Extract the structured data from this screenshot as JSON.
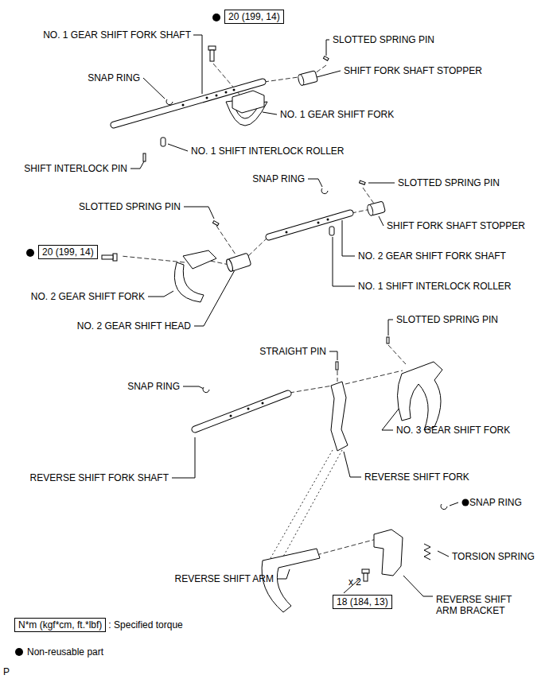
{
  "diagram": {
    "nodes": [
      {
        "text": [
          "20 (199, 14)"
        ]
      },
      {
        "text": [
          "20 (199, 14)"
        ]
      },
      {
        "text": [
          "18 (184, 13)"
        ]
      },
      {
        "text": [
          "N*m (kgf*cm, ft.*lbf)"
        ]
      }
    ],
    "labels": [
      "NO. 1 GEAR SHIFT FORK SHAFT",
      "SNAP RING",
      "SLOTTED SPRING PIN",
      "SHIFT FORK SHAFT STOPPER",
      "NO. 1 GEAR SHIFT FORK",
      "NO. 1 SHIFT INTERLOCK ROLLER",
      "SHIFT INTERLOCK PIN",
      "SNAP RING",
      "SLOTTED SPRING PIN",
      "SHIFT FORK SHAFT STOPPER",
      "SLOTTED SPRING PIN",
      "NO. 2 GEAR SHIFT FORK SHAFT",
      "NO. 1 SHIFT INTERLOCK ROLLER",
      "NO. 2 GEAR SHIFT FORK",
      "NO. 2 GEAR SHIFT HEAD",
      "SLOTTED SPRING PIN",
      "STRAIGHT PIN",
      "SNAP RING",
      "NO. 3 GEAR SHIFT FORK",
      "REVERSE SHIFT FORK SHAFT",
      "REVERSE SHIFT FORK",
      "SNAP RING",
      "TORSION SPRING",
      "REVERSE SHIFT ARM",
      "x 2",
      "REVERSE SHIFT ARM BRACKET",
      ": Specified torque",
      "P"
    ],
    "legend": [
      {
        "text": "Non-reusable part"
      }
    ]
  }
}
